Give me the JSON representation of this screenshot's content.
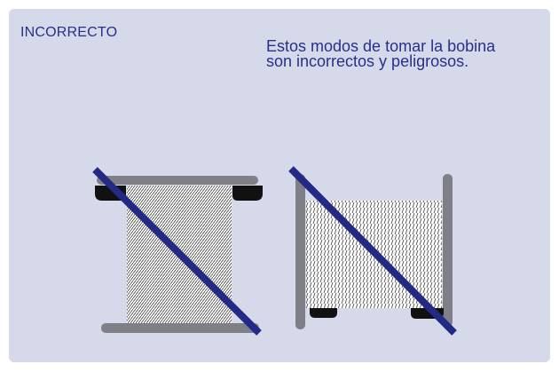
{
  "heading": "INCORRECTO",
  "caption": {
    "line1": "Estos modos de tomar la bobina",
    "line2": "son incorrectos y peligrosos."
  },
  "colors": {
    "panel_background": "#d6d9ea",
    "text": "#27308a",
    "cross_line": "#232a86",
    "flange": "#7f8087",
    "hand_grip": "#111111",
    "wire_hatch": "#333333"
  },
  "figures": [
    {
      "name": "horizontal-spool",
      "orientation": "flanges-top-bottom",
      "crossed_out": true
    },
    {
      "name": "vertical-spool",
      "orientation": "flanges-left-right",
      "crossed_out": true
    }
  ]
}
